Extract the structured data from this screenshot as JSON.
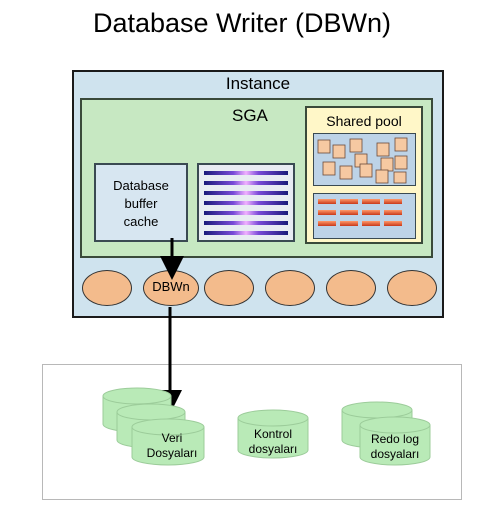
{
  "title": "Database Writer (DBWn)",
  "instance": {
    "label": "Instance"
  },
  "sga": {
    "label": "SGA"
  },
  "buffer_cache": {
    "line1": "Database",
    "line2": "buffer",
    "line3": "cache"
  },
  "shared_pool": {
    "label": "Shared pool"
  },
  "process": {
    "label": "DBWn"
  },
  "files": {
    "data": {
      "line1": "Veri",
      "line2": "Dosyaları"
    },
    "control": {
      "line1": "Kontrol",
      "line2": "dosyaları"
    },
    "redo": {
      "line1": "Redo log",
      "line2": "dosyaları"
    }
  },
  "colors": {
    "instance_bg": "#cfe3ee",
    "sga_bg": "#c7e8c2",
    "shared_pool_bg": "#fff7c8",
    "process_fill": "#f3bb8c",
    "cylinder_fill": "#b9eab7"
  }
}
